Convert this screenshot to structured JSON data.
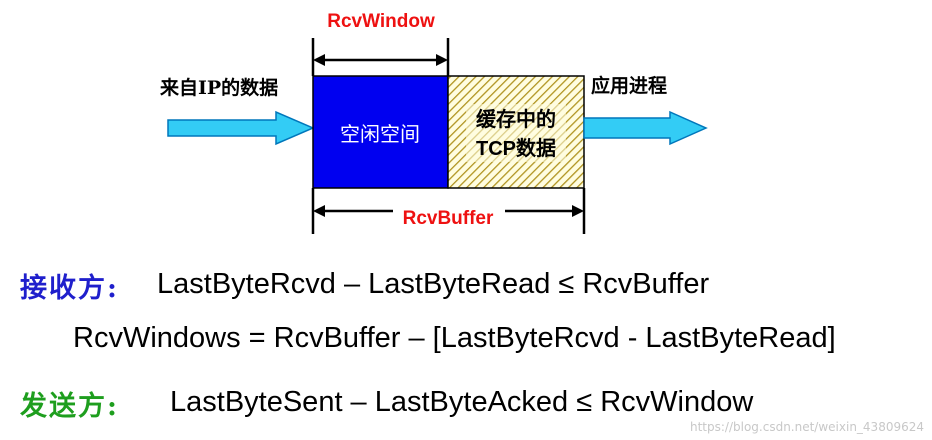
{
  "diagram": {
    "rcv_window_label": "RcvWindow",
    "rcv_buffer_label": "RcvBuffer",
    "incoming_label": "来自IP的数据",
    "outgoing_label": "应用进程",
    "free_space_label": "空闲空间",
    "buffered_label_line1": "缓存中的",
    "buffered_label_line2": "TCP数据",
    "colors": {
      "free_space": "#0000f0",
      "buffered_bg": "#fffde0",
      "buffered_hatch": "#b09420",
      "arrow_fill": "#33ccf5",
      "arrow_stroke": "#0077bb",
      "window_label": "#ee1111",
      "receiver_label": "#1f1fcc",
      "sender_label": "#1e9e1e"
    }
  },
  "equations": {
    "receiver_label": "接收方:",
    "receiver_eq": "LastByteRcvd – LastByteRead ≤ RcvBuffer",
    "window_eq": "RcvWindows = RcvBuffer – [LastByteRcvd - LastByteRead]",
    "sender_label": "发送方:",
    "sender_eq": "LastByteSent – LastByteAcked ≤ RcvWindow"
  },
  "watermark": "https://blog.csdn.net/weixin_43809624"
}
